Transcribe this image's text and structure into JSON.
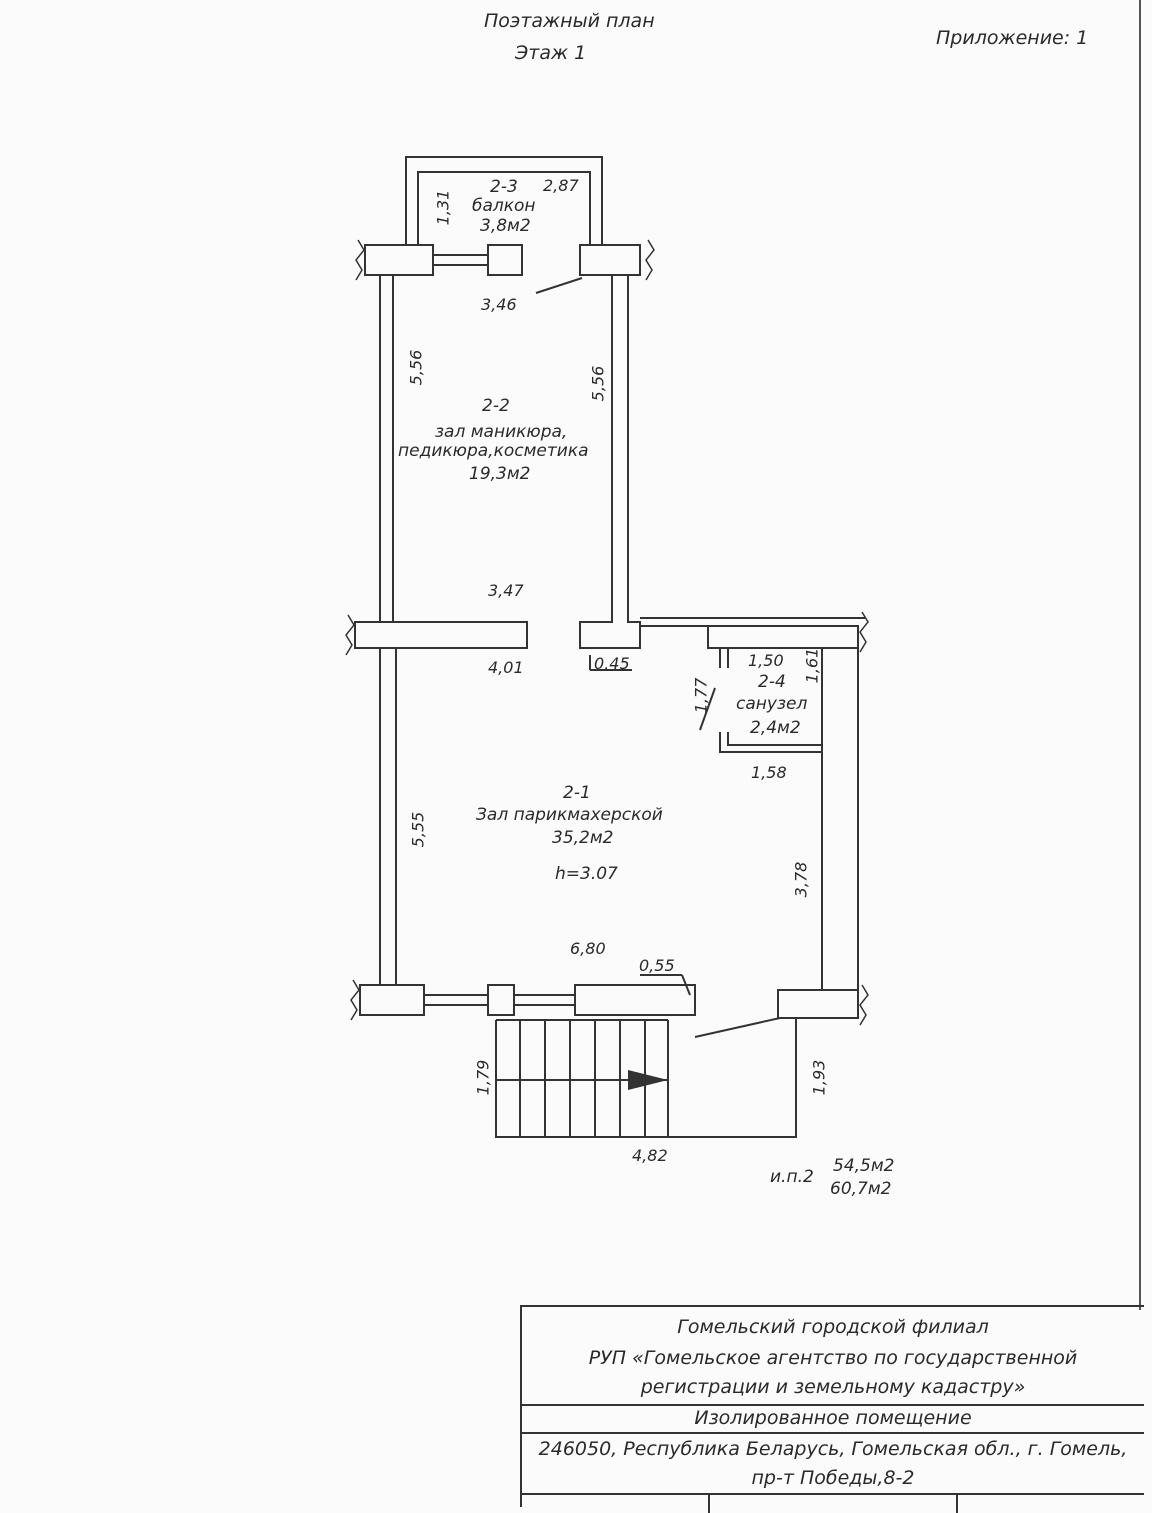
{
  "header": {
    "title": "Поэтажный план",
    "floor": "Этаж   1",
    "appendix": "Приложение: 1"
  },
  "rooms": {
    "balcony": {
      "code": "2-3",
      "name": "балкон",
      "area": "3,8м2"
    },
    "manicure": {
      "code": "2-2",
      "name_line1": "зал маникюра,",
      "name_line2": "педикюра,косметика",
      "area": "19,3м2"
    },
    "hairdresser": {
      "code": "2-1",
      "name": "Зал парикмахерской",
      "area": "35,2м2",
      "height": "h=3.07"
    },
    "bathroom": {
      "code": "2-4",
      "name": "санузел",
      "area": "2,4м2"
    }
  },
  "dimensions": {
    "balcony_width": "2,87",
    "balcony_depth": "1,31",
    "manicure_top": "3,46",
    "manicure_left": "5,56",
    "manicure_right": "5,56",
    "manicure_bottom": "3,47",
    "hall_top": "4,01",
    "opening": "0,45",
    "bath_top": "1,50",
    "bath_right": "1,61",
    "bath_left": "1,77",
    "bath_bottom": "1,58",
    "hall_left": "5,55",
    "hall_right": "3,78",
    "hall_bottom": "6,80",
    "door": "0,55",
    "stairs_left": "1,79",
    "stairs_right": "1,93",
    "stairs_bottom": "4,82"
  },
  "totals": {
    "label": "и.п.2",
    "area1": "54,5м2",
    "area2": "60,7м2"
  },
  "stamp": {
    "org1": "Гомельский городской филиал",
    "org2": "РУП «Гомельское агентство по государственной",
    "org3": "регистрации и земельному кадастру»",
    "type": "Изолированное помещение",
    "addr1": "246050, Республика Беларусь, Гомельская обл., г. Гомель,",
    "addr2": "пр-т Победы,8-2"
  }
}
